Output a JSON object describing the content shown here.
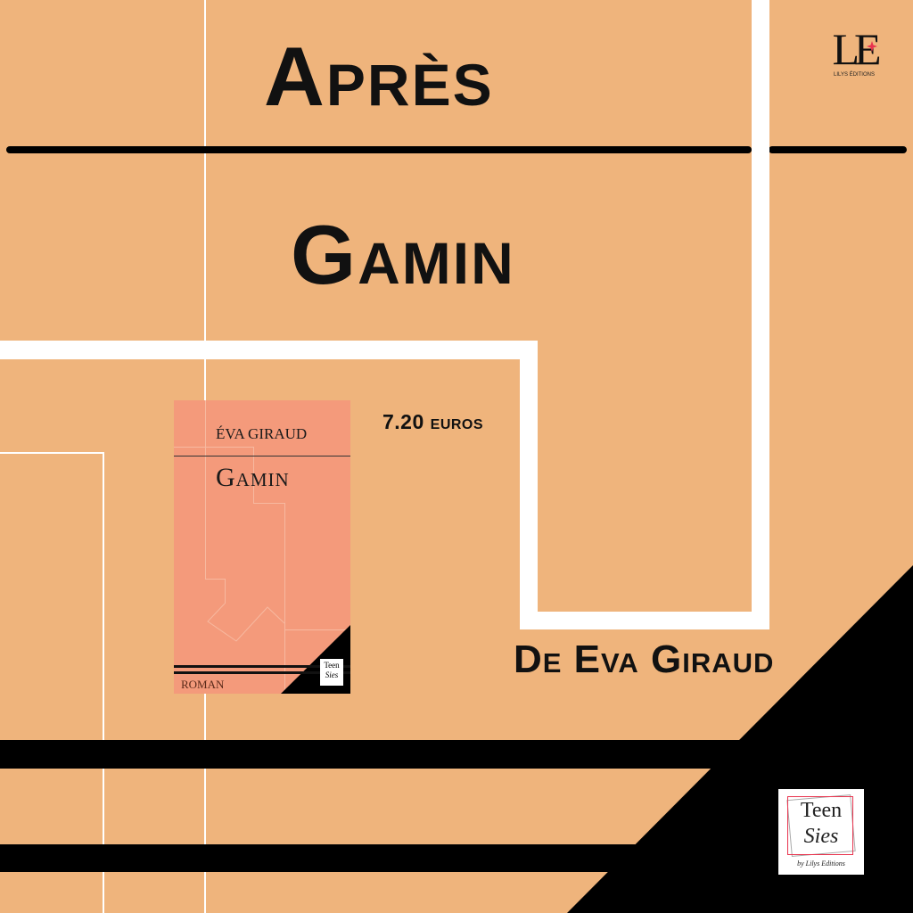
{
  "heading_top": "Après",
  "heading_main": "Gamin",
  "author_line": "De Eva Giraud",
  "price": "7.20 euros",
  "publisher_logo": {
    "monogram": "LE",
    "name": "LILYS ÉDITIONS",
    "accent_color": "#E8344E"
  },
  "book_cover": {
    "author": "ÉVA GIRAUD",
    "title": "Gamin",
    "genre": "ROMAN",
    "imprint": {
      "line1": "Teen",
      "line2": "Sies"
    }
  },
  "imprint_logo": {
    "line1": "Teen",
    "line2": "Sies",
    "byline": "by Lilys Editions",
    "accent_color": "#E8344E"
  },
  "colors": {
    "background": "#EFB47C",
    "cover": "#F49A7B"
  }
}
